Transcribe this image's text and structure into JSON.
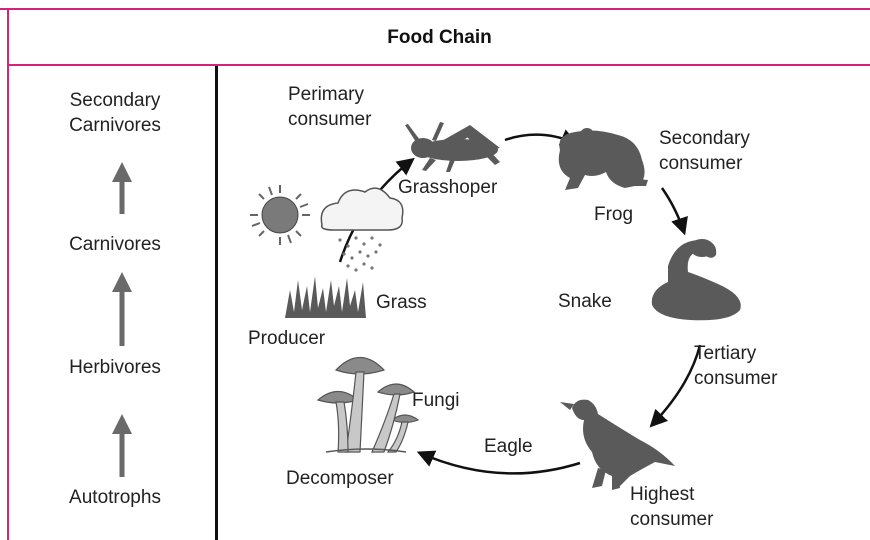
{
  "title": "Food Chain",
  "pyramid": {
    "levels": [
      "Secondary\nCarnivores",
      "Carnivores",
      "Herbivores",
      "Autotrophs"
    ]
  },
  "chain": {
    "primary_consumer_role": "Perimary\nconsumer",
    "grasshopper": "Grasshoper",
    "secondary_consumer_role": "Secondary\nconsumer",
    "frog": "Frog",
    "snake": "Snake",
    "tertiary_consumer_role": "Tertiary\nconsumer",
    "highest_consumer_role": "Highest\nconsumer",
    "eagle": "Eagle",
    "fungi": "Fungi",
    "decomposer_role": "Decomposer",
    "grass": "Grass",
    "producer_role": "Producer"
  },
  "colors": {
    "border": "#d6237a",
    "silhouette": "#5a5a5a",
    "arrow": "#111111"
  }
}
